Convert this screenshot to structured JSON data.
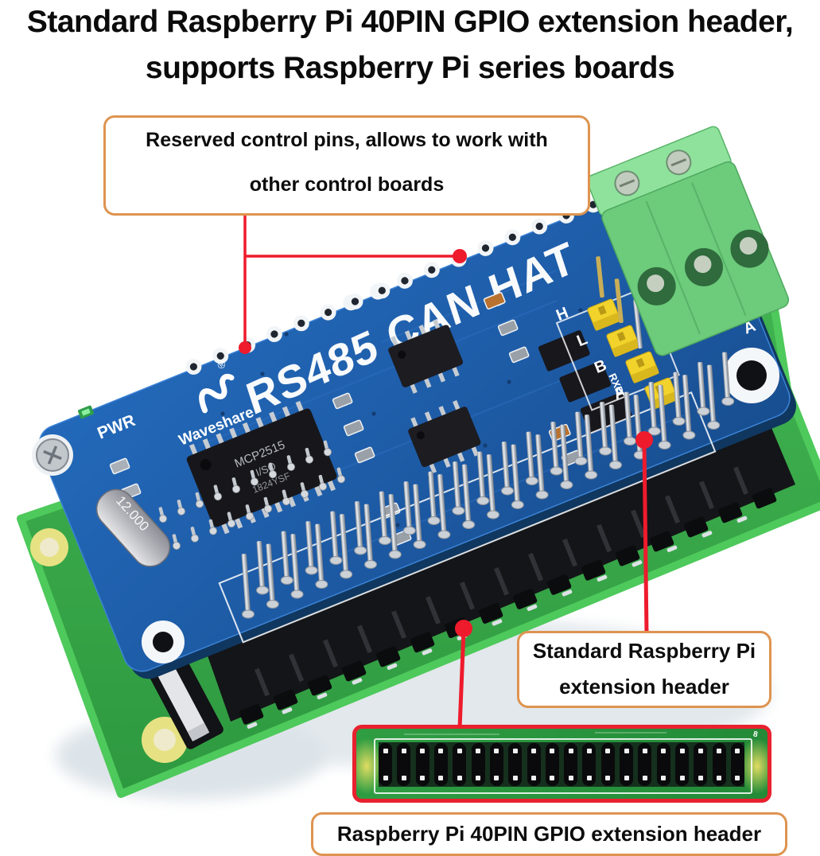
{
  "title": {
    "line1": "Standard Raspberry Pi 40PIN GPIO extension header,",
    "line2": "supports Raspberry Pi series boards"
  },
  "callouts": {
    "reserved": {
      "line1": "Reserved control pins, allows to work with",
      "line2": "other control boards"
    },
    "standard": {
      "line1": "Standard Raspberry Pi",
      "line2": "extension header"
    },
    "gpio": {
      "label": "Raspberry Pi 40PIN GPIO extension header"
    }
  },
  "board": {
    "silkscreen_title": "RS485 CAN HAT",
    "brand": "Waveshare",
    "brand_mark": "®",
    "power_label": "PWR",
    "crystal_label": "12.000",
    "controller_chip": {
      "line1": "MCP2515",
      "line2": "I/SO",
      "line3": "1824YSF"
    },
    "jumper_labels": [
      "H",
      "L",
      "B",
      "A"
    ],
    "edge_labels": [
      "RXD",
      "A"
    ]
  },
  "inset": {
    "corner_label": "8"
  },
  "colors": {
    "accent_red": "#e8212f",
    "callout_orange": "#de9450",
    "pcb_blue": "#1f5fa8",
    "pi_green": "#3aaa4a",
    "terminal_green": "#7fd88f",
    "jumper_yellow": "#f2d32c",
    "text_black": "#0b0b0b"
  }
}
